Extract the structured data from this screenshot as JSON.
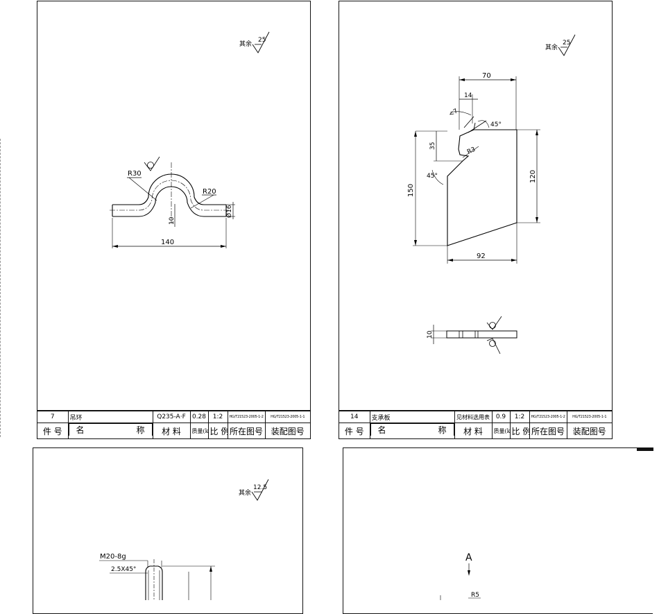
{
  "title_block_headers": {
    "part_no": "件 号",
    "name_1": "名",
    "name_2": "称",
    "material": "材 料",
    "mass": "质量(kg)",
    "scale": "比 例",
    "drawing_no": "所在图号",
    "assembly_no": "装配图号"
  },
  "sheet1": {
    "roughness_label": "其余",
    "roughness_value": "25",
    "dims": {
      "r30": "R30",
      "r20": "R20",
      "d16": "Ø16",
      "h10": "10",
      "w140": "140"
    },
    "part": {
      "no": "7",
      "name": "吊环",
      "material": "Q235-A·F",
      "mass": "0.28",
      "scale": "1:2",
      "drawing_no": "HG/T21523-2005-1-2",
      "assembly_no": "HG/T21523-2005-1-1"
    }
  },
  "sheet2": {
    "roughness_label": "其余",
    "roughness_value": "25",
    "dims": {
      "w70": "70",
      "w14": "14",
      "a45_top": "45°",
      "r3": "R3",
      "h35": "35",
      "a45_left": "45°",
      "h150": "150",
      "h120": "120",
      "w92": "92",
      "t10": "10",
      "a7": "<7"
    },
    "part": {
      "no": "14",
      "name": "支承板",
      "material": "见材料选用表",
      "mass": "0.9",
      "scale": "1:2",
      "drawing_no": "HG/T21523-2005-1-2",
      "assembly_no": "HG/T21523-2005-1-1"
    }
  },
  "sheet3": {
    "roughness_label": "其余",
    "roughness_value": "12.5",
    "dims": {
      "thread": "M20-8g",
      "chamfer": "2.5X45°"
    }
  },
  "sheet4": {
    "view_label": "A",
    "dims": {
      "r5": "R5"
    }
  }
}
